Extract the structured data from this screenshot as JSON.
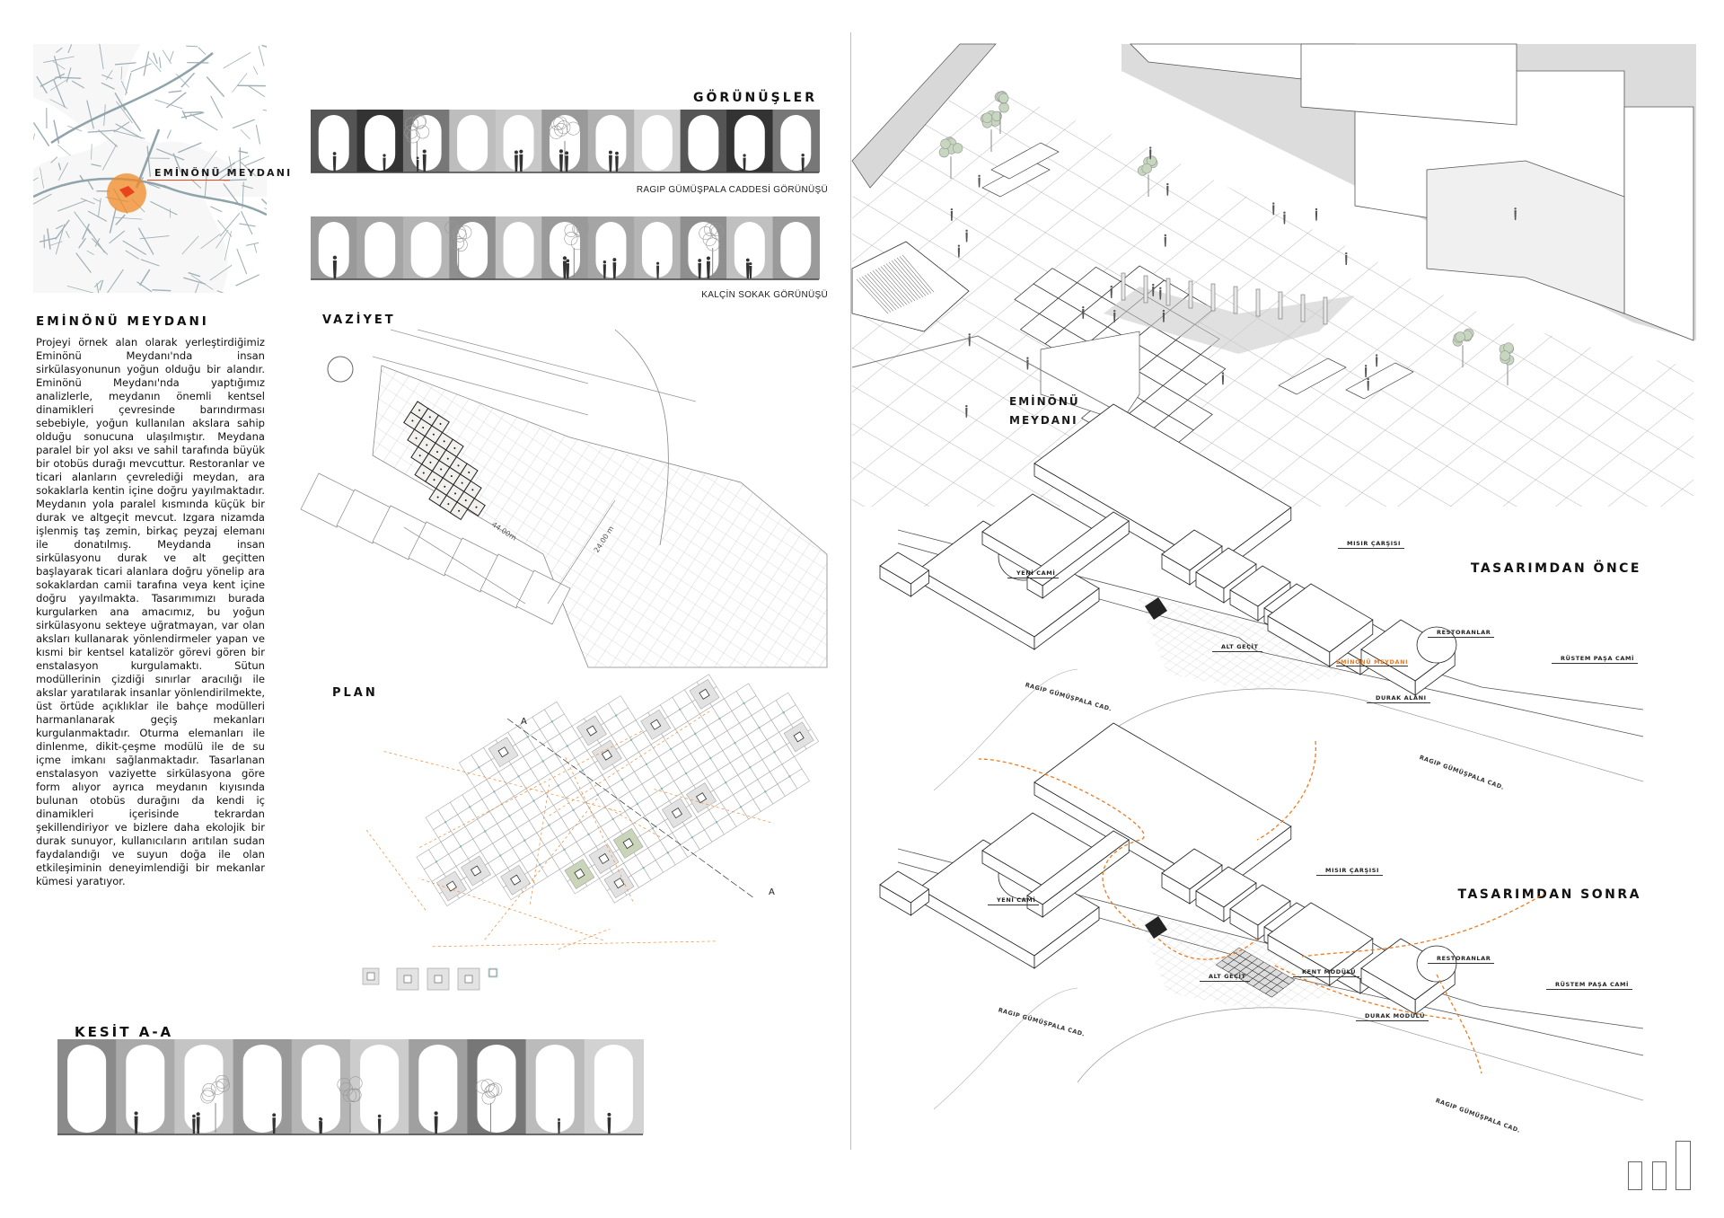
{
  "map": {
    "label": "EMİNÖNÜ MEYDANI",
    "highlight_color": "#f08a24",
    "site_color": "#e8451e"
  },
  "intro": {
    "heading": "EMİNÖNÜ MEYDANI",
    "paragraph": "Projeyi örnek alan olarak yerleştirdiğimiz Eminönü Meydanı'nda insan sirkülasyonunun yoğun olduğu bir alandır. Eminönü Meydanı'nda yaptığımız analizlerle, meydanın önemli kentsel dinamikleri çevresinde barındırması sebebiyle, yoğun kullanılan akslara sahip olduğu sonucuna ulaşılmıştır. Meydana paralel bir yol aksı ve sahil tarafında büyük bir otobüs durağı mevcuttur. Restoranlar ve ticari alanların çevrelediği meydan, ara sokaklarla kentin içine doğru yayılmaktadır. Meydanın yola paralel kısmında küçük bir durak ve altgeçit mevcut. Izgara nizamda işlenmiş taş zemin, birkaç peyzaj elemanı ile donatılmış. Meydanda insan sirkülasyonu durak ve alt geçitten başlayarak ticari alanlara doğru yönelip ara sokaklardan camii tarafına veya kent içine doğru yayılmakta. Tasarımımızı burada kurgularken ana amacımız, bu yoğun sirkülasyonu sekteye uğratmayan, var olan aksları kullanarak yönlendirmeler yapan ve kısmi bir kentsel katalizör görevi gören bir enstalasyon kurgulamaktı. Sütun modüllerinin çizdiği sınırlar aracılığı ile akslar yaratılarak insanlar yönlendirilmekte, üst örtüde açıklıklar ile bahçe modülleri harmanlanarak geçiş mekanları kurgulanmaktadır. Oturma elemanları ile dinlenme, dikit-çeşme modülü ile de su içme imkanı sağlanmaktadır. Tasarlanan enstalasyon vaziyette sirkülasyona göre form alıyor ayrıca meydanın kıyısında bulunan otobüs durağını da kendi iç dinamikleri içerisinde tekrardan şekillendiriyor ve bizlere daha ekolojik bir durak sunuyor, kullanıcıların arıtılan sudan faydalandığı ve suyun doğa ile olan etkileşiminin deneyimlendiği bir mekanlar kümesi yaratıyor."
  },
  "elevations": {
    "title": "GÖRÜNÜŞLER",
    "first_caption": "RAGIP GÜMÜŞPALA CADDESİ GÖRÜNÜŞÜ",
    "second_caption": "KALÇİN SOKAK GÖRÜNÜŞÜ"
  },
  "site_plan": {
    "title": "VAZİYET",
    "dim_length": "44.00m",
    "dim_width": "24.00 m"
  },
  "plan": {
    "title": "PLAN",
    "section_marker": "A",
    "section_marker_2": "A",
    "accent_color": "#f08a3c"
  },
  "section": {
    "title": "KESİT A-A"
  },
  "axonometric": {
    "label_line1": "EMİNÖNÜ",
    "label_line2": "MEYDANI"
  },
  "before": {
    "title": "TASARIMDAN ÖNCE",
    "labels": {
      "yeni_cami": "YENİ CAMİ",
      "misir_carsisi": "MISIR ÇARŞISI",
      "alt_gecit": "ALT GEÇİT",
      "meydan": "EMİNÖNÜ MEYDANI",
      "restoranlar": "RESTORANLAR",
      "rustem_pasa": "RÜSTEM PAŞA CAMİ",
      "durak": "DURAK ALANI",
      "road_1": "RAGIP GÜMÜŞPALA CAD.",
      "road_2": "RAGIP GÜMÜŞPALA CAD."
    }
  },
  "after": {
    "title": "TASARIMDAN SONRA",
    "labels": {
      "yeni_cami": "YENİ CAMİ",
      "misir_carsisi": "MISIR ÇARŞISI",
      "alt_gecit": "ALT GEÇİT",
      "kent_modulu": "KENT MODÜLÜ",
      "restoranlar": "RESTORANLAR",
      "rustem_pasa": "RÜSTEM PAŞA CAMİ",
      "durak_modulu": "DURAK MODÜLÜ",
      "road_1": "RAGIP GÜMÜŞPALA CAD.",
      "road_2": "RAGIP GÜMÜŞPALA CAD."
    },
    "path_color": "#f07a1e"
  },
  "divider_color": "#f4b27a"
}
